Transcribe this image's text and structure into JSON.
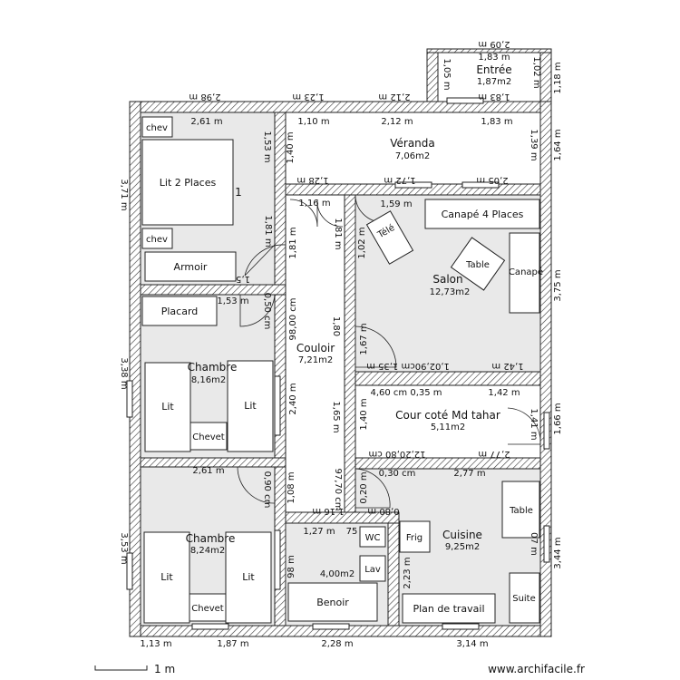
{
  "rooms": {
    "entree": {
      "name": "Entrée",
      "area": "1,87m2"
    },
    "veranda": {
      "name": "Véranda",
      "area": "7,06m2"
    },
    "salon": {
      "name": "Salon",
      "area": "12,73m2"
    },
    "couloir": {
      "name": "Couloir",
      "area": "7,21m2"
    },
    "cour": {
      "name": "Cour coté Md tahar",
      "area": "5,11m2"
    },
    "chambre1": {
      "name": "Chambre",
      "area": "8,16m2"
    },
    "chambre2": {
      "name": "Chambre",
      "area": "8,24m2"
    },
    "cuisine": {
      "name": "Cuisine",
      "area": "9,25m2"
    },
    "bain": {
      "area": "4,00m2"
    }
  },
  "furniture": {
    "chev": "chev",
    "lit2": "Lit 2 Places",
    "armoir": "Armoir",
    "placard": "Placard",
    "lit": "Lit",
    "chevet": "Chevet",
    "tele": "Télé",
    "canape4": "Canapé 4 Places",
    "table": "Table",
    "canape": "Canapé",
    "wc": "WC",
    "lav": "Lav",
    "frig": "Frig",
    "benoir": "Benoir",
    "plan_travail": "Plan de travail",
    "suite": "Suite",
    "one": "1"
  },
  "dims": {
    "top_298": "2,98 m",
    "top_123": "1,23 m",
    "top_212": "2,12 m",
    "top_183": "1,83 m",
    "e_209": "2,09 m",
    "e_183a": "1,83 m",
    "e_183b": "1,83 m",
    "e_105": "1,05 m",
    "e_102": "1,02 m",
    "e_118": "1,18 m",
    "r1_261": "2,61 m",
    "v_110": "1,10 m",
    "v_212": "2,12 m",
    "v_183": "1,83 m",
    "v_140": "1,40 m",
    "r1_153": "1,53 m",
    "v_139": "1,39 m",
    "right_164": "1,64 m",
    "left_371": "3,71 m",
    "v_128": "1,28 m",
    "v_172": "1,72 m",
    "v_205": "2,05 m",
    "c_116": "1,16 m",
    "s_159": "1,59 m",
    "r1_181": "1,81 m",
    "c_181a": "1,81 m",
    "c_181b": "1,81 m",
    "s_102": "1,02 m",
    "right_375": "3,75 m",
    "r1_15": "1,5",
    "c1_153": "1,53 m",
    "c_050": "0,50 cm",
    "c_98": "98,00 cm",
    "c_180": "1,80",
    "s_167": "1,67 m",
    "s_bottom": "1,02,90cm 1,35 m",
    "s_142": "1,42 m",
    "left_338": "3,38 m",
    "cr_top": "4,60 cm 0,35 m",
    "cr_142": "1,42 m",
    "c_240": "2,40 m",
    "c_165": "1,65 m",
    "cr_140": "1,40 m",
    "cr_141": "1,41 m",
    "right_166": "1,66 m",
    "cr_bot1": "12,20,80 cm",
    "cr_277a": "2,77 m",
    "c2_261": "2,61 m",
    "c2_090": "0,90 cm",
    "c_9770": "97,70 cm",
    "cu_030": "0,30 cm",
    "cu_277": "2,77 m",
    "b_116": "1,16 m",
    "b_080": "0,80 m",
    "c_108": "1,08 m",
    "cu_020": "0,20 m",
    "b_127": "1,27 m",
    "b_75": "75",
    "left_353": "3,53 m",
    "b_98": "98 m",
    "cu_223": "2,23 m",
    "cu_07": "07 m",
    "right_344": "3,44 m",
    "b_113": "1,13 m",
    "b_187": "1,87 m",
    "b_228": "2,28 m",
    "b_314": "3,14 m",
    "scale": "1 m"
  },
  "credit": "www.archifacile.fr"
}
